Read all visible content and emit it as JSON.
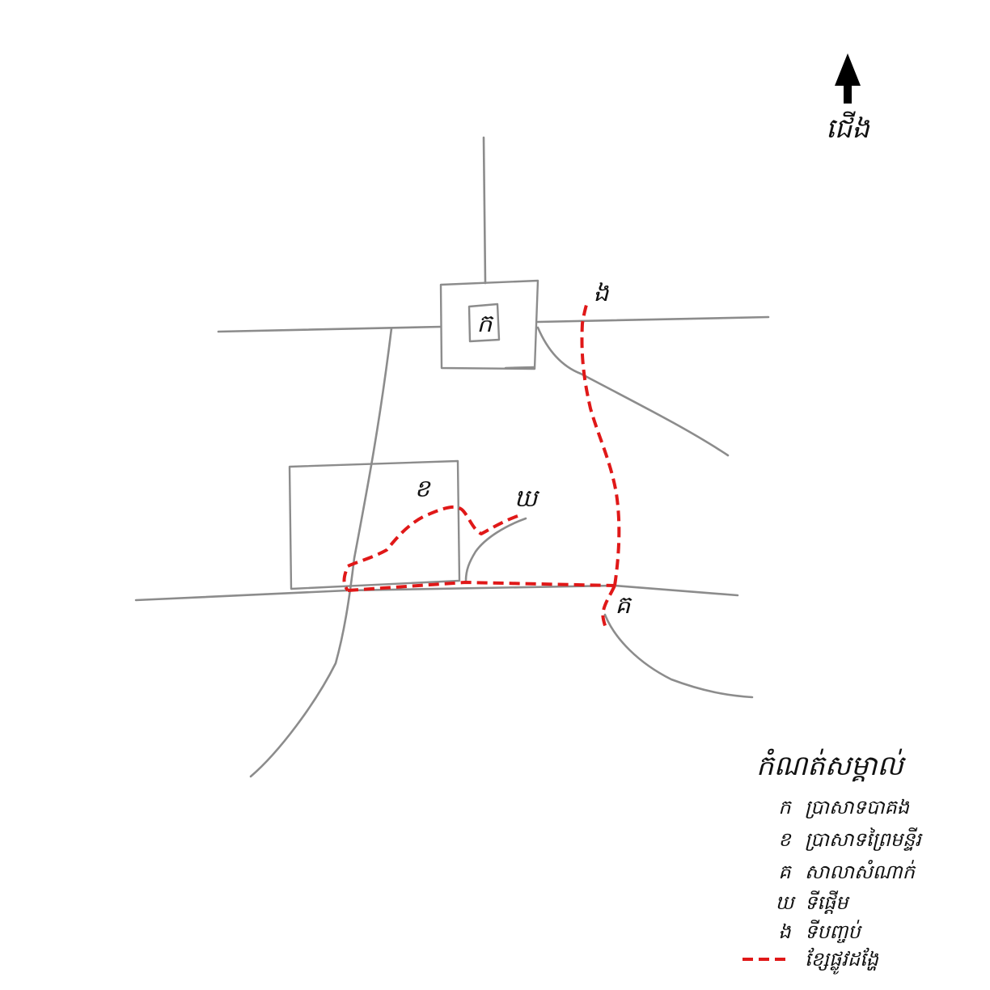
{
  "north": {
    "label": "ជើង",
    "icon": "north-arrow-icon"
  },
  "places": {
    "a": "ក",
    "b": "ខ",
    "c": "គ",
    "d": "ឃ",
    "e": "ង"
  },
  "legend": {
    "title": "កំណត់សម្គាល់",
    "items": [
      {
        "key": "ក",
        "label": "ប្រាសាទបាគង"
      },
      {
        "key": "ខ",
        "label": "ប្រាសាទព្រៃមន្ទីរ"
      },
      {
        "key": "គ",
        "label": "សាលាសំណាក់"
      },
      {
        "key": "ឃ",
        "label": "ទីផ្ដើម"
      },
      {
        "key": "ង",
        "label": "ទីបញ្ចប់"
      }
    ],
    "route_label": "ខ្សែផ្លូវដង្ហែ"
  },
  "colors": {
    "road": "#8c8c8c",
    "route": "#e01818",
    "ink": "#111111",
    "background": "#ffffff"
  }
}
